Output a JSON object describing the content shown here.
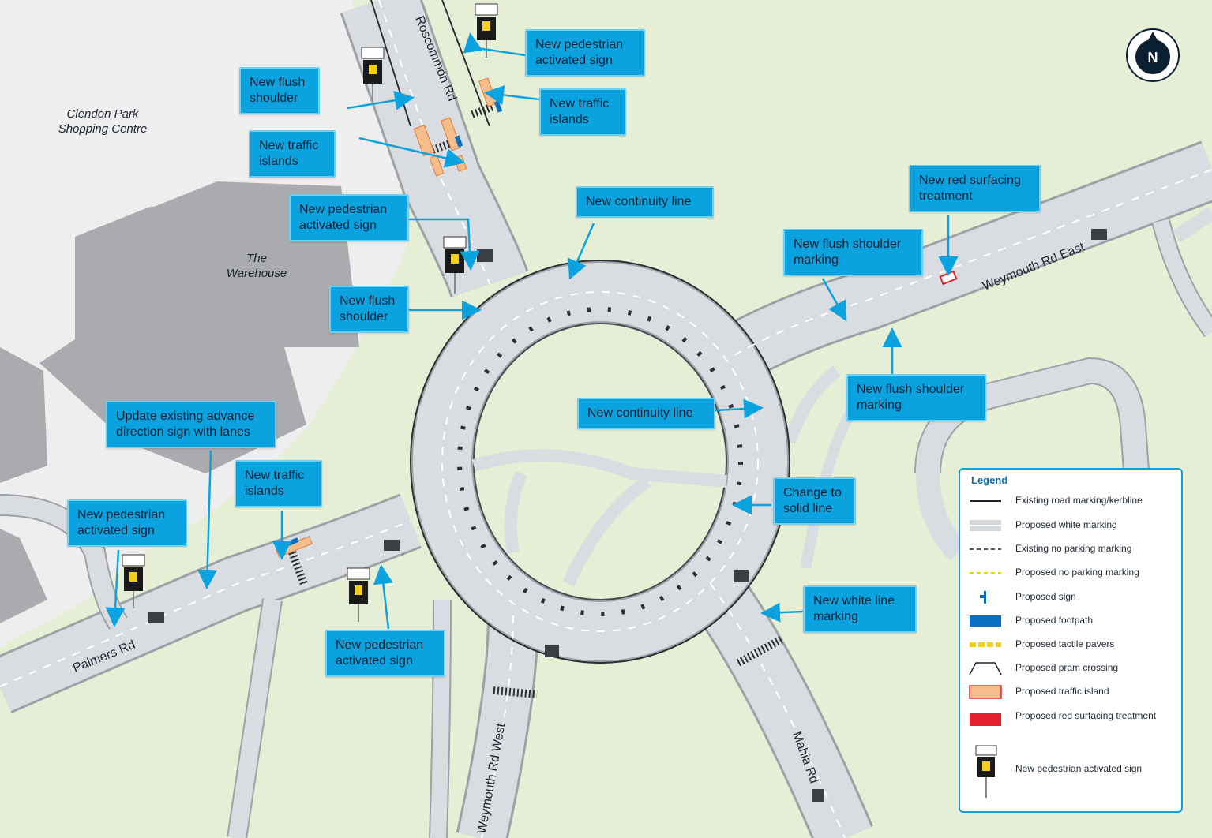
{
  "places": {
    "shopping_centre": "Clendon Park\nShopping Centre",
    "warehouse": "The\nWarehouse"
  },
  "roads": {
    "roscommon": "Roscommon Rd",
    "weymouth_east": "Weymouth Rd East",
    "weymouth_west": "Weymouth Rd West",
    "mahia": "Mahia Rd",
    "palmers": "Palmers Rd"
  },
  "compass": {
    "letter": "N"
  },
  "callouts": {
    "ped_sign_top": "New pedestrian activated sign",
    "flush_shoulder_1": "New flush shoulder",
    "traffic_islands_top_right": "New traffic islands",
    "traffic_islands_left": "New traffic islands",
    "ped_sign_mid": "New pedestrian activated sign",
    "continuity_top": "New continuity line",
    "red_surfacing": "New red surfacing treatment",
    "flush_shoulder_marking_1": "New flush shoulder marking",
    "flush_shoulder_2": "New flush shoulder",
    "flush_shoulder_marking_2": "New flush shoulder marking",
    "continuity_right": "New continuity line",
    "update_sign": "Update existing advance direction sign with lanes",
    "traffic_islands_bottom": "New traffic islands",
    "ped_sign_left": "New pedestrian activated sign",
    "solid_line": "Change to solid line",
    "white_line": "New white line marking",
    "ped_sign_bottom": "New pedestrian activated sign"
  },
  "legend": {
    "title": "Legend",
    "items": [
      {
        "label": "Existing road marking/kerbline",
        "symbol": "solid-black-line"
      },
      {
        "label": "Proposed white marking",
        "symbol": "grey-band"
      },
      {
        "label": "Existing no parking marking",
        "symbol": "dashed-grey-line"
      },
      {
        "label": "Proposed no parking marking",
        "symbol": "dashed-yellow-line"
      },
      {
        "label": "Proposed sign",
        "symbol": "sign-icon"
      },
      {
        "label": "Proposed footpath",
        "symbol": "blue-bar"
      },
      {
        "label": "Proposed tactile pavers",
        "symbol": "yellow-dashes"
      },
      {
        "label": "Proposed pram crossing",
        "symbol": "pram-crossing-icon"
      },
      {
        "label": "Proposed traffic island",
        "symbol": "orange-box"
      },
      {
        "label": "Proposed red surfacing treatment",
        "symbol": "red-box"
      },
      {
        "label": "New pedestrian activated sign",
        "symbol": "ped-sign-icon"
      }
    ]
  },
  "colors": {
    "grass": "#e6eed6",
    "road": "#d9dce0",
    "building_dark": "#a9abae",
    "building_light": "#eeeeef",
    "callout": "#0aa3df",
    "arrow": "#0aa3df",
    "island": "#f6bd8a",
    "red_surface": "#e4202f"
  }
}
